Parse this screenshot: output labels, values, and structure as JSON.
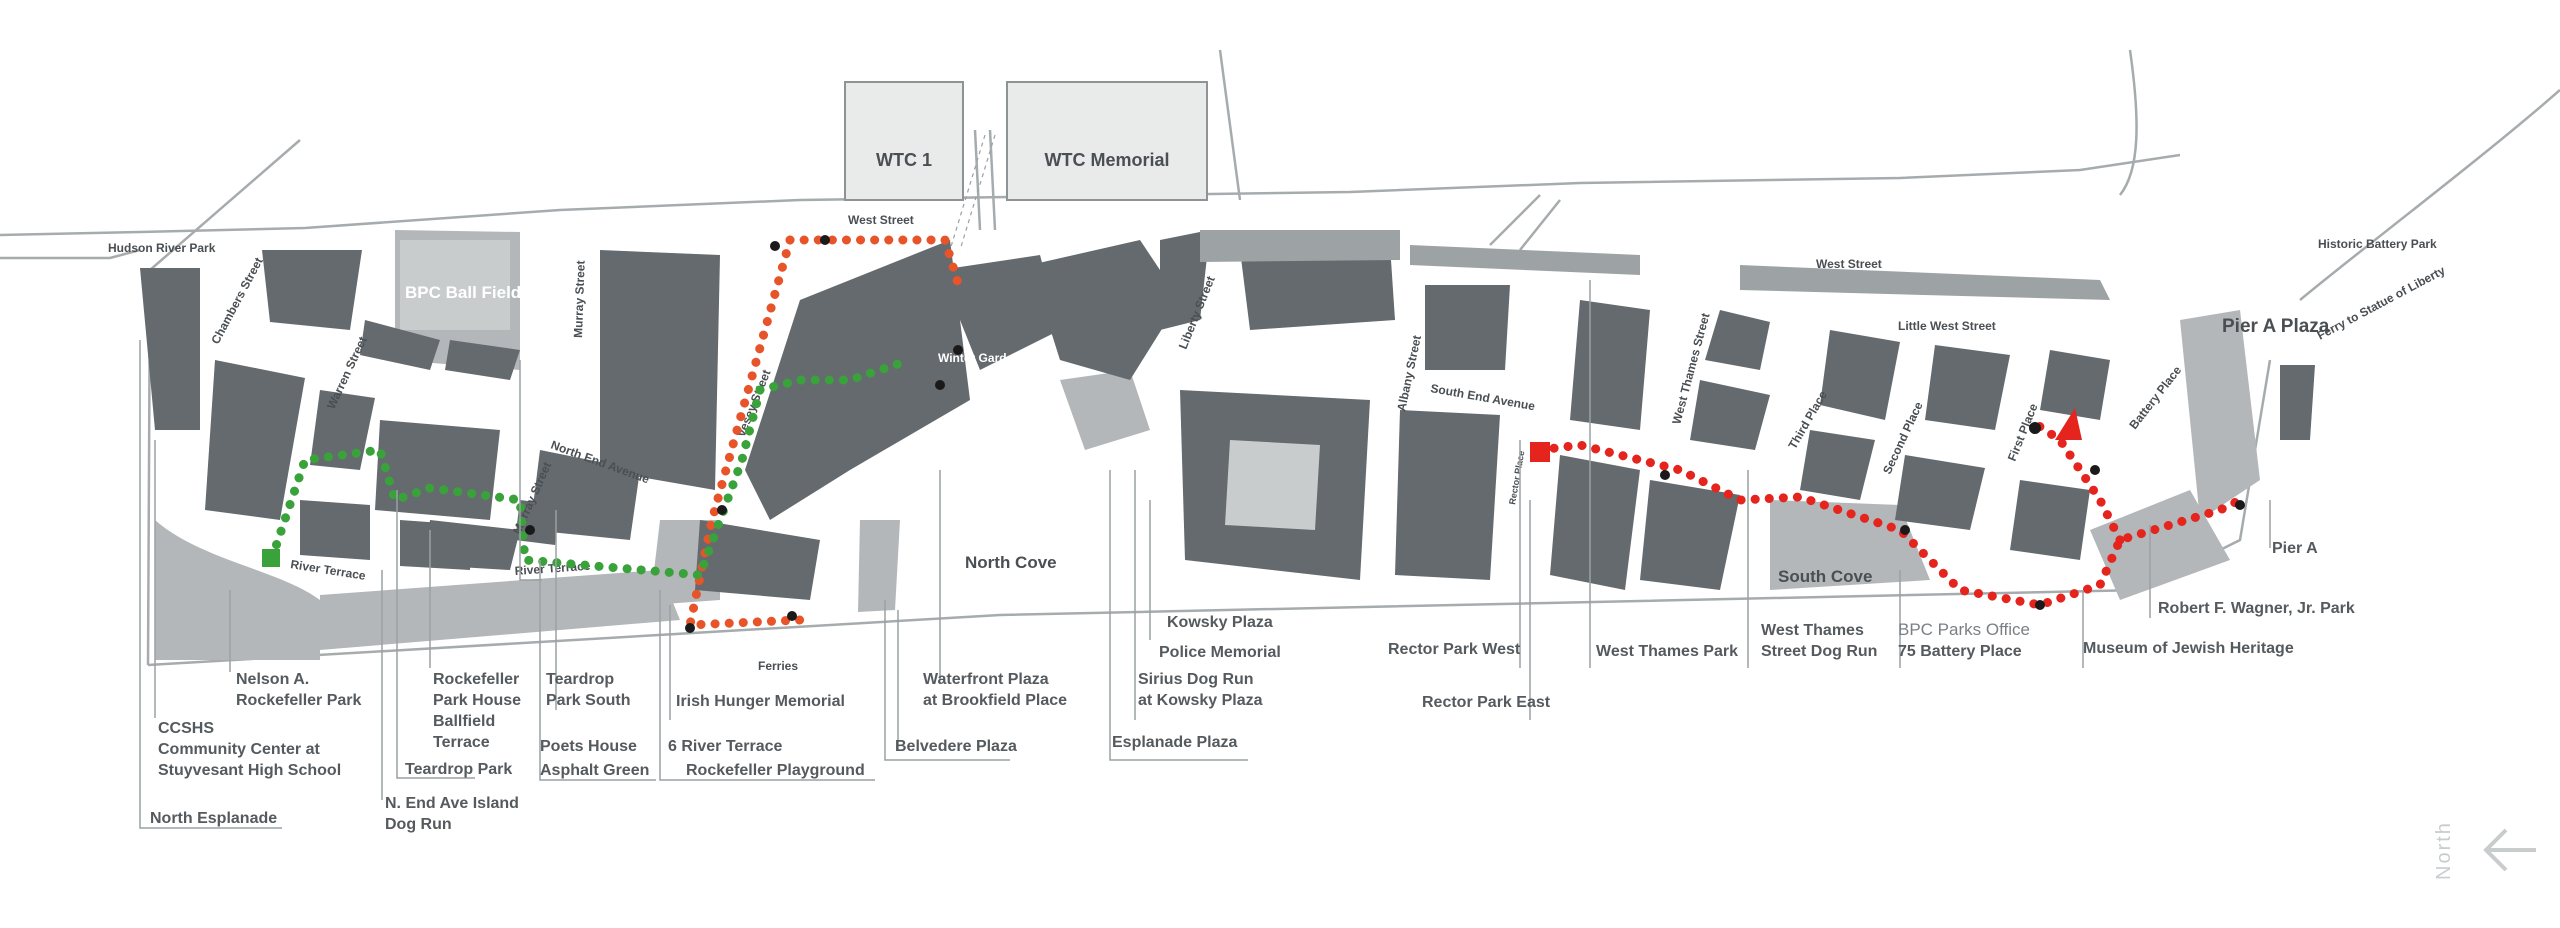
{
  "colors": {
    "building": "#646a6d",
    "park": "#b3b7b9",
    "route_orange": "#e8542a",
    "route_green": "#3aa23a",
    "route_red": "#e4241d",
    "stop": "#1a1a1a"
  },
  "boxes": {
    "wtc1": "WTC 1",
    "wtc_memorial": "WTC  Memorial"
  },
  "streets": {
    "hudson_river_park": "Hudson River Park",
    "west_street_1": "West Street",
    "west_street_2": "West Street",
    "chambers": "Chambers Street",
    "warren": "Warren Street",
    "murray_1": "Murray Street",
    "murray_2": "Murray Street",
    "north_end_ave": "North End Avenue",
    "vesey": "Vesey Street",
    "liberty": "Liberty Street",
    "albany": "Albany Street",
    "south_end_ave": "South End Avenue",
    "west_thames_st": "West Thames Street",
    "third_place": "Third Place",
    "second_place": "Second Place",
    "first_place": "First Place",
    "battery_place": "Battery Place",
    "little_west": "Little West Street",
    "river_terrace_1": "River Terrace",
    "river_terrace_2": "River Terrace",
    "rector_place": "Rector Place"
  },
  "map_text": {
    "bpc_ball_fields": "BPC Ball Fields",
    "winter_garden": "Winter Garden",
    "north_cove": "North Cove",
    "south_cove": "South Cove",
    "pier_a_plaza": "Pier A Plaza",
    "historic_battery_park": "Historic Battery Park",
    "ferry_liberty": "Ferry to Statue of Liberty",
    "ferries": "Ferries",
    "north": "North"
  },
  "places": {
    "north_esplanade": "North Esplanade",
    "ccshs": "CCSHS Community Center at Stuyvesant High School",
    "nelson_a": "Nelson A. Rockefeller Park",
    "dog_run": "N. End Ave Island Dog Run",
    "teardrop_park": "Teardrop Park",
    "rockefeller_park_house": "Rockefeller Park House",
    "ballfield_terrace": "Ballfield Terrace",
    "teardrop_park_south": "Teardrop Park South",
    "poets_house": "Poets House",
    "asphalt_green": "Asphalt Green",
    "irish_hunger": "Irish Hunger Memorial",
    "six_river_terrace": "6 River Terrace",
    "rockefeller_playground": "Rockefeller Playground",
    "belvedere_plaza": "Belvedere Plaza",
    "waterfront_plaza": "Waterfront Plaza at Brookfield Place",
    "esplanade_plaza": "Esplanade Plaza",
    "kowsky_plaza": "Kowsky Plaza",
    "police_memorial": "Police Memorial",
    "sirius_dog_run": "Sirius Dog Run at Kowsky Plaza",
    "rector_park_west": "Rector Park West",
    "rector_park_east": "Rector Park East",
    "west_thames_park": "West Thames Park",
    "west_thames_dog_run": "West Thames Street Dog Run",
    "bpc_parks_office": "BPC Parks Office",
    "battery_place_75": "75 Battery Place",
    "museum_jewish": "Museum of Jewish Heritage",
    "wagner_park": "Robert F. Wagner, Jr. Park",
    "pier_a": "Pier A"
  }
}
